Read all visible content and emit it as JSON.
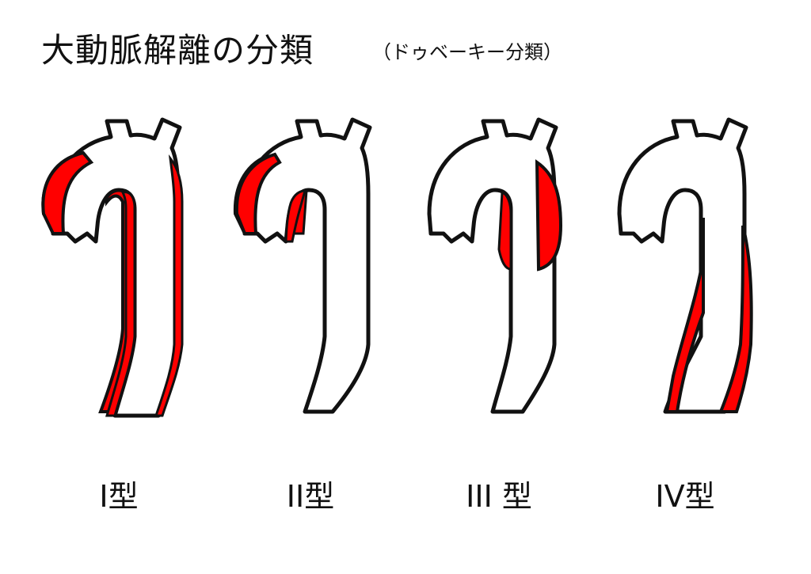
{
  "title": "大動脈解離の分類",
  "subtitle": "（ドゥベーキー分類）",
  "colors": {
    "dissection": "#ff0000",
    "outline": "#111111",
    "aorta_fill": "#ffffff"
  },
  "types": [
    {
      "label": "I型"
    },
    {
      "label": "II型"
    },
    {
      "label": "III 型"
    },
    {
      "label": "IV型"
    }
  ]
}
